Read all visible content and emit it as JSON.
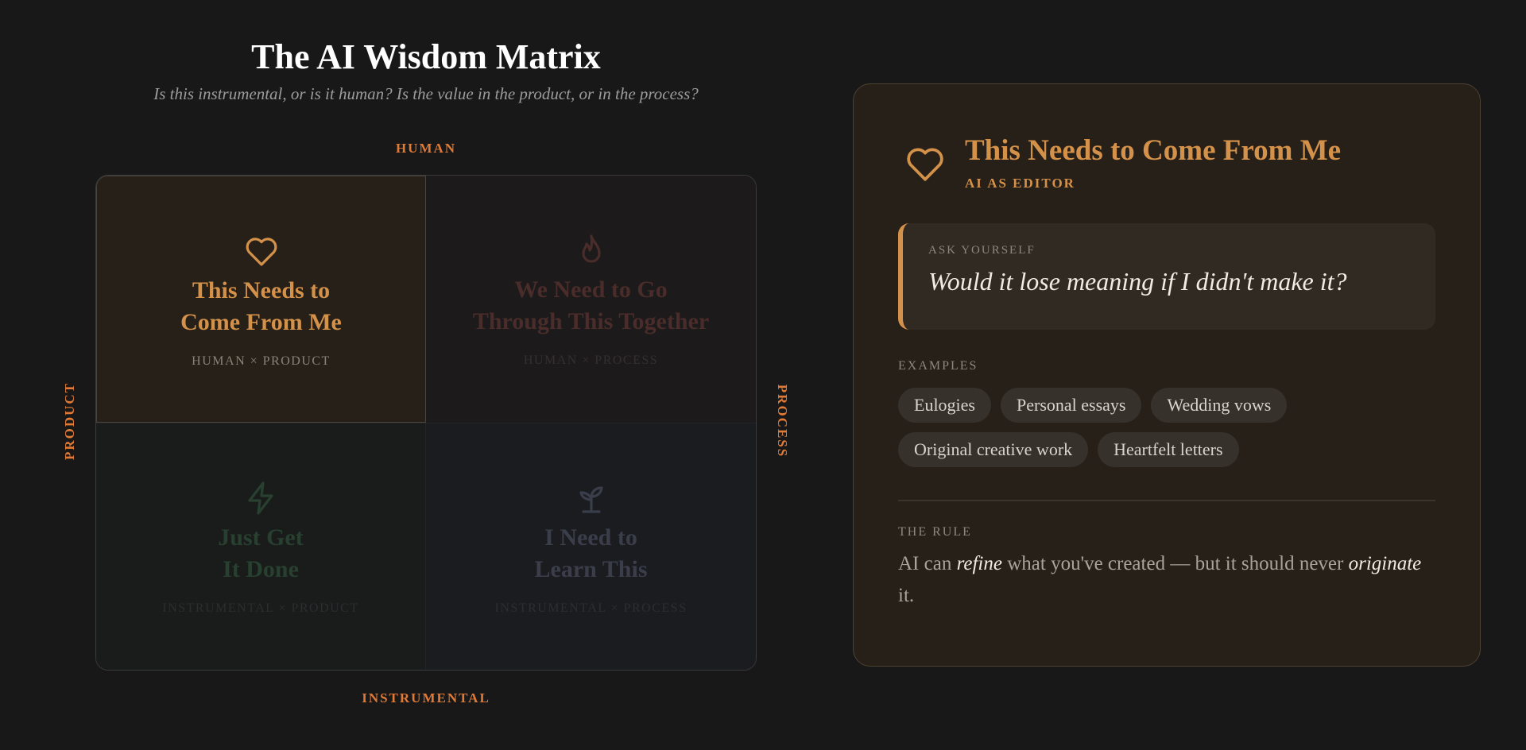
{
  "header": {
    "title": "The AI Wisdom Matrix",
    "subtitle": "Is this instrumental, or is it human? Is the value in the product, or in the process?"
  },
  "axes": {
    "top": "HUMAN",
    "bottom": "INSTRUMENTAL",
    "left": "PRODUCT",
    "right": "PROCESS"
  },
  "quadrants": [
    {
      "title_line1": "This Needs to",
      "title_line2": "Come From Me",
      "tag": "HUMAN × PRODUCT",
      "icon": "heart-icon",
      "color": "#d4914a",
      "active": true
    },
    {
      "title_line1": "We Need to Go",
      "title_line2": "Through This Together",
      "tag": "HUMAN × PROCESS",
      "icon": "flame-icon",
      "color": "#4a2c2a",
      "active": false
    },
    {
      "title_line1": "Just Get",
      "title_line2": "It Done",
      "tag": "INSTRUMENTAL × PRODUCT",
      "icon": "lightning-icon",
      "color": "#27402f",
      "active": false
    },
    {
      "title_line1": "I Need to",
      "title_line2": "Learn This",
      "tag": "INSTRUMENTAL × PROCESS",
      "icon": "sprout-icon",
      "color": "#3a3e4a",
      "active": false
    }
  ],
  "panel": {
    "icon": "heart-icon",
    "title": "This Needs to Come From Me",
    "mode": "AI AS EDITOR",
    "ask_label": "ASK YOURSELF",
    "ask_question": "Would it lose meaning if I didn't make it?",
    "examples_label": "EXAMPLES",
    "examples": [
      "Eulogies",
      "Personal essays",
      "Wedding vows",
      "Original creative work",
      "Heartfelt letters"
    ],
    "rule_label": "THE RULE",
    "rule": {
      "part1": "AI can ",
      "em1": "refine",
      "part2": " what you've created — but it should never ",
      "em2": "originate",
      "part3": " it."
    },
    "accent": "#d4914a"
  }
}
